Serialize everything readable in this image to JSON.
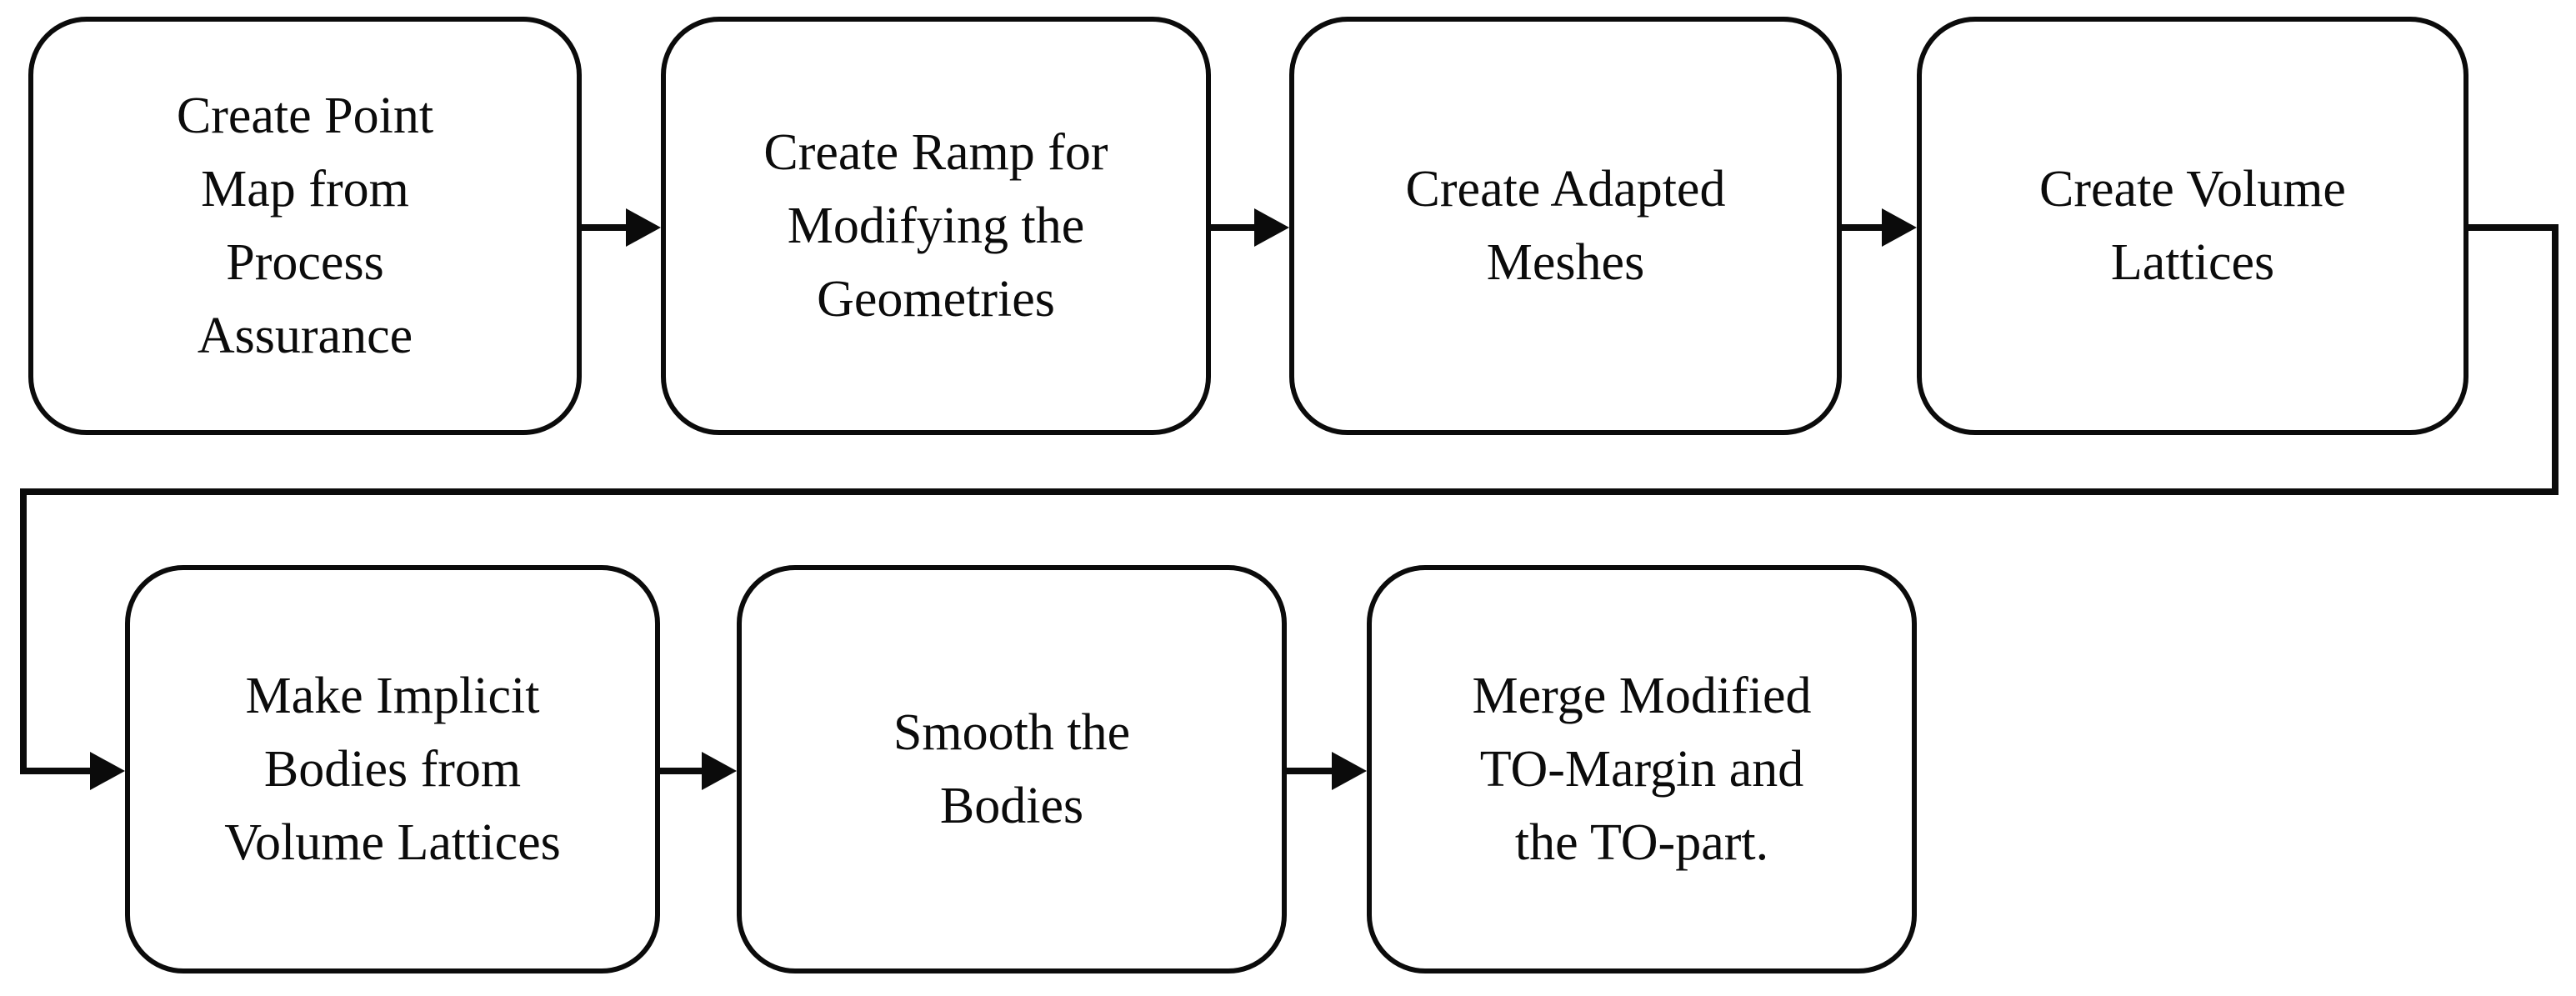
{
  "flowchart": {
    "steps": [
      {
        "id": "step-1",
        "label": "Create Point\nMap from\nProcess\nAssurance"
      },
      {
        "id": "step-2",
        "label": "Create Ramp for\nModifying the\nGeometries"
      },
      {
        "id": "step-3",
        "label": "Create Adapted\nMeshes"
      },
      {
        "id": "step-4",
        "label": "Create Volume\nLattices"
      },
      {
        "id": "step-5",
        "label": "Make Implicit\nBodies from\nVolume Lattices"
      },
      {
        "id": "step-6",
        "label": "Smooth the\nBodies"
      },
      {
        "id": "step-7",
        "label": "Merge Modified\nTO-Margin and\nthe TO-part."
      }
    ],
    "connections": [
      {
        "from": "step-1",
        "to": "step-2"
      },
      {
        "from": "step-2",
        "to": "step-3"
      },
      {
        "from": "step-3",
        "to": "step-4"
      },
      {
        "from": "step-4",
        "to": "step-5"
      },
      {
        "from": "step-5",
        "to": "step-6"
      },
      {
        "from": "step-6",
        "to": "step-7"
      }
    ],
    "colors": {
      "line": "#0b0b0b",
      "background": "#ffffff"
    }
  }
}
